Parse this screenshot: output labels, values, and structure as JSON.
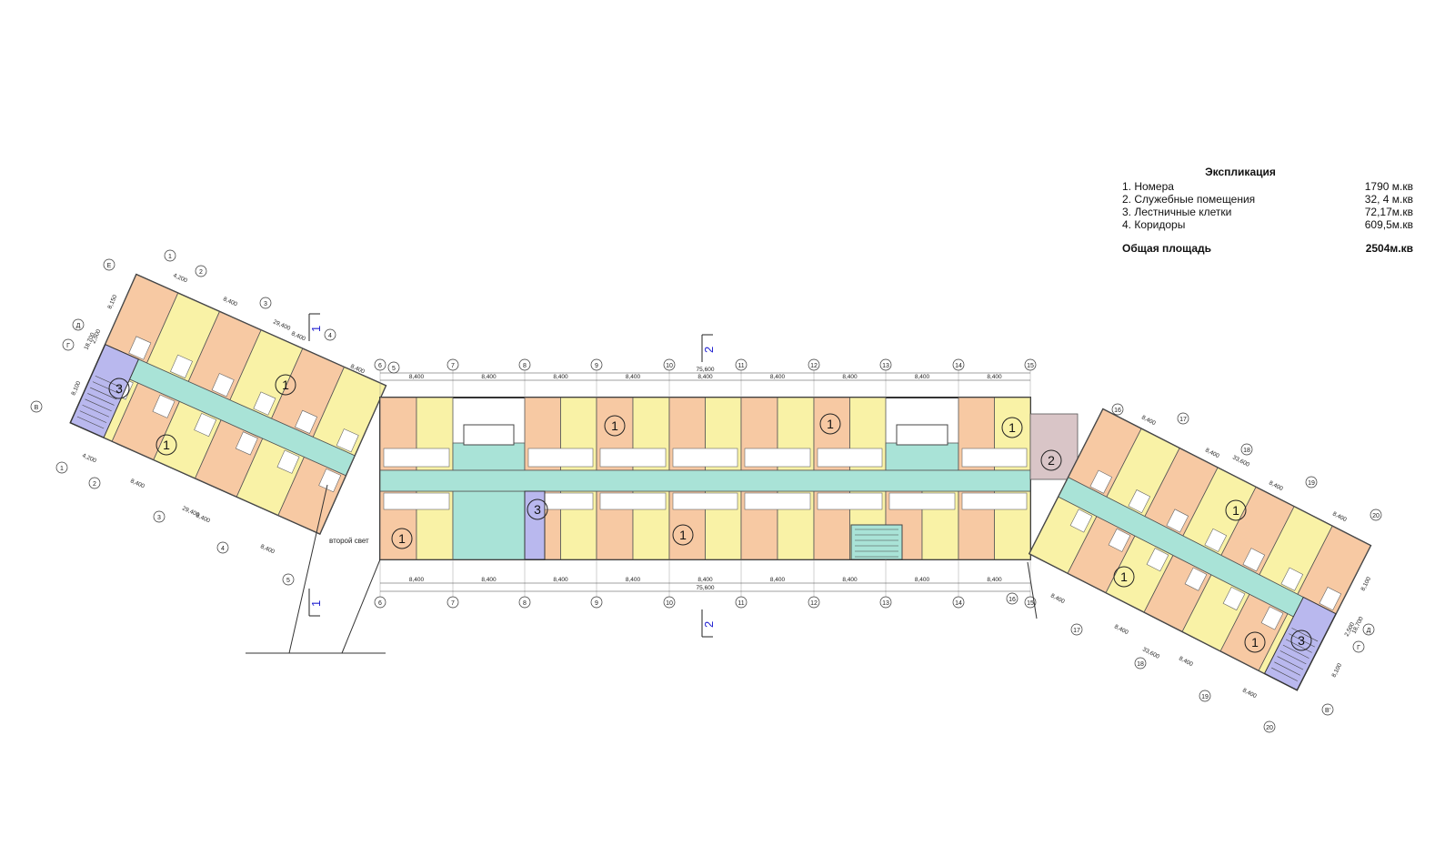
{
  "explication": {
    "title": "Экспликация",
    "items": [
      {
        "label": "1. Номера",
        "value": "1790 м.кв"
      },
      {
        "label": "2. Служебные помещения",
        "value": "32, 4 м.кв"
      },
      {
        "label": "3. Лестничные клетки",
        "value": "72,17м.кв"
      },
      {
        "label": "4. Коридоры",
        "value": "609,5м.кв"
      }
    ],
    "total_label": "Общая площадь",
    "total_value": "2504м.кв"
  },
  "annotations": {
    "second_light": "второй свет",
    "section_1": "1",
    "section_2": "2"
  },
  "zone_labels": {
    "rooms": "1",
    "service": "2",
    "stairs": "3"
  },
  "dims": {
    "bay": "8,400",
    "half_bay": "4,200",
    "center_total": "75,600",
    "left_total": "29,400",
    "right_total": "33,600",
    "depth_a": "8,100",
    "depth_b": "2,500",
    "depth_c": "8,150",
    "depth_total": "18,700"
  },
  "axes": {
    "center": [
      "6",
      "7",
      "8",
      "9",
      "10",
      "11",
      "12",
      "13",
      "14",
      "15"
    ],
    "left": [
      "1",
      "2",
      "3",
      "4",
      "5"
    ],
    "right": [
      "16",
      "17",
      "18",
      "19",
      "20"
    ],
    "letters": [
      "Е",
      "Д",
      "Г",
      "В"
    ],
    "letters_right": [
      "Д",
      "Г",
      "В'"
    ]
  },
  "colors": {
    "orange": "#f7c9a3",
    "yellow": "#f9f2a6",
    "teal": "#a9e3d7",
    "stair": "#b9b8ee",
    "service": "#d9c5c7",
    "wall": "#333333"
  }
}
